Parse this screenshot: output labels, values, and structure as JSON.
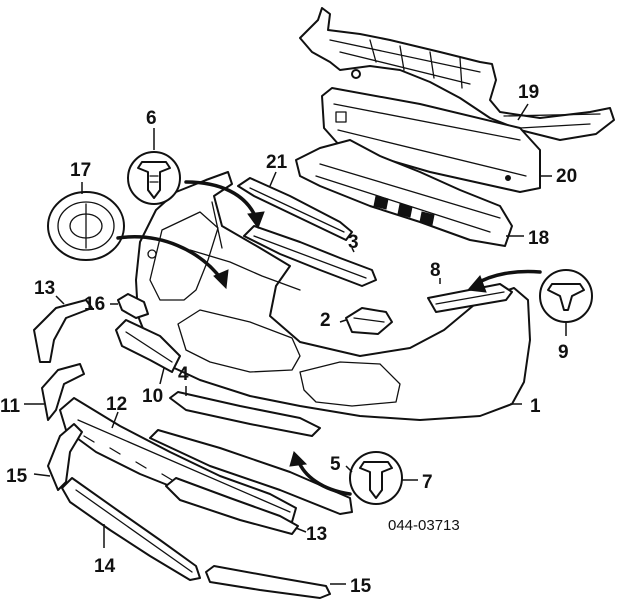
{
  "diagram": {
    "reference_code": "044-03713",
    "callouts": [
      {
        "id": "c1",
        "label": "1"
      },
      {
        "id": "c2",
        "label": "2"
      },
      {
        "id": "c3",
        "label": "3"
      },
      {
        "id": "c4",
        "label": "4"
      },
      {
        "id": "c5",
        "label": "5"
      },
      {
        "id": "c6",
        "label": "6"
      },
      {
        "id": "c7",
        "label": "7"
      },
      {
        "id": "c8",
        "label": "8"
      },
      {
        "id": "c9",
        "label": "9"
      },
      {
        "id": "c10",
        "label": "10"
      },
      {
        "id": "c11",
        "label": "11"
      },
      {
        "id": "c12",
        "label": "12"
      },
      {
        "id": "c13a",
        "label": "13"
      },
      {
        "id": "c13b",
        "label": "13"
      },
      {
        "id": "c14",
        "label": "14"
      },
      {
        "id": "c15a",
        "label": "15"
      },
      {
        "id": "c15b",
        "label": "15"
      },
      {
        "id": "c16",
        "label": "16"
      },
      {
        "id": "c17",
        "label": "17"
      },
      {
        "id": "c18",
        "label": "18"
      },
      {
        "id": "c19",
        "label": "19"
      },
      {
        "id": "c20",
        "label": "20"
      },
      {
        "id": "c21",
        "label": "21"
      }
    ]
  }
}
